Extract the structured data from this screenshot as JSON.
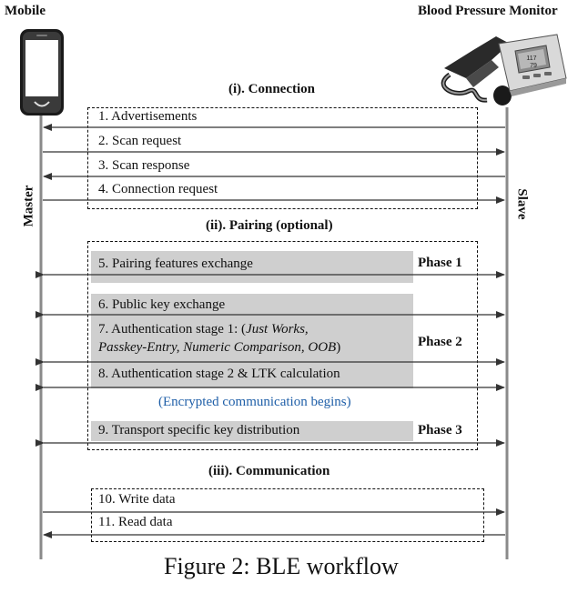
{
  "participants": {
    "mobile_label": "Mobile",
    "monitor_label": "Blood Pressure Monitor",
    "master_label": "Master",
    "slave_label": "Slave",
    "monitor_display": "117\n79"
  },
  "sections": {
    "connection": "(i). Connection",
    "pairing": "(ii). Pairing (optional)",
    "communication": "(iii). Communication"
  },
  "steps": {
    "s1": "1.  Advertisements",
    "s2": "2.  Scan request",
    "s3": "3.  Scan response",
    "s4": "4.  Connection request",
    "s5": "5. Pairing features exchange",
    "s6": "6. Public key exchange",
    "s7_prefix": "7. Authentication stage 1: (",
    "s7_italic1": "Just Works,",
    "s7_italic2": "Passkey-Entry, Numeric Comparison, OOB",
    "s7_suffix": ")",
    "s8": "8. Authentication stage 2 & LTK calculation",
    "s9": "9. Transport specific key distribution",
    "s10": "10. Write data",
    "s11": "11. Read data"
  },
  "phases": {
    "p1": "Phase 1",
    "p2": "Phase 2",
    "p3": "Phase 3"
  },
  "encrypted_note": "(Encrypted communication begins)",
  "caption": "Figure 2: BLE workflow",
  "colors": {
    "shade": "#cfcfcf",
    "encrypted_text": "#1f5fa8",
    "lifeline": "#8a8a8a"
  }
}
